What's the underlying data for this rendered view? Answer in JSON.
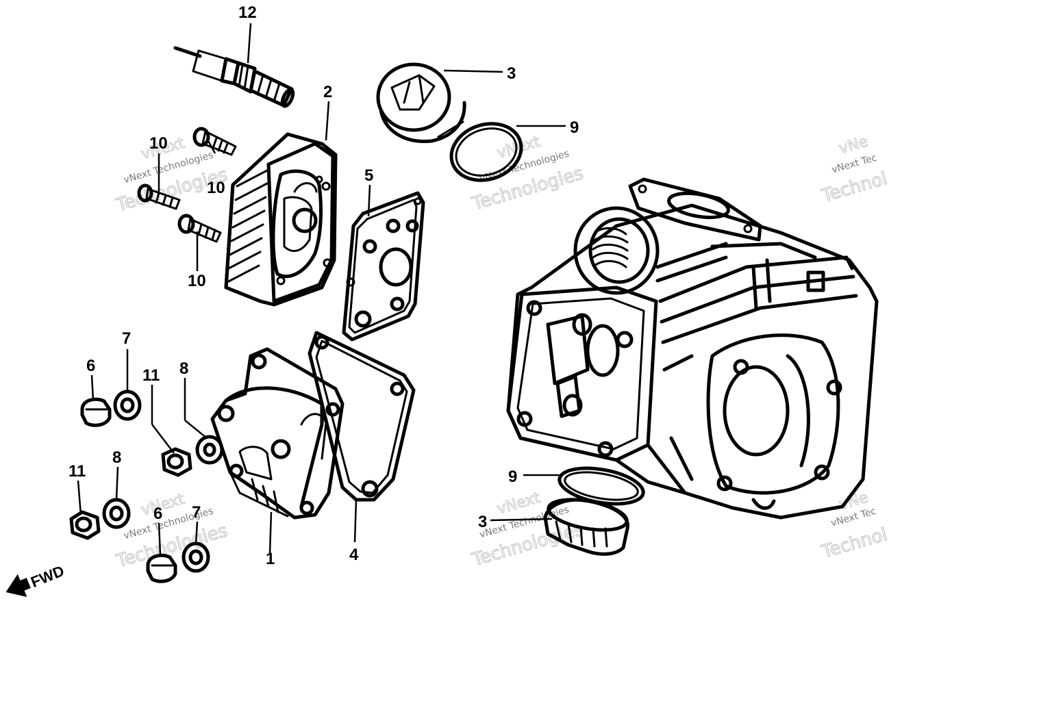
{
  "callouts": [
    {
      "id": "c12",
      "text": "12"
    },
    {
      "id": "c2",
      "text": "2"
    },
    {
      "id": "c3a",
      "text": "3"
    },
    {
      "id": "c9a",
      "text": "9"
    },
    {
      "id": "c10a",
      "text": "10"
    },
    {
      "id": "c10b",
      "text": "10"
    },
    {
      "id": "c10c",
      "text": "10"
    },
    {
      "id": "c5",
      "text": "5"
    },
    {
      "id": "c7a",
      "text": "7"
    },
    {
      "id": "c6a",
      "text": "6"
    },
    {
      "id": "c11a",
      "text": "11"
    },
    {
      "id": "c8a",
      "text": "8"
    },
    {
      "id": "c11b",
      "text": "11"
    },
    {
      "id": "c8b",
      "text": "8"
    },
    {
      "id": "c6b",
      "text": "6"
    },
    {
      "id": "c7b",
      "text": "7"
    },
    {
      "id": "c1",
      "text": "1"
    },
    {
      "id": "c4",
      "text": "4"
    },
    {
      "id": "c9b",
      "text": "9"
    },
    {
      "id": "c3b",
      "text": "3"
    }
  ],
  "fwd_label": "FWD",
  "watermark": {
    "line1": "vNext Technologies",
    "line2": "Technologies",
    "top": "vNext",
    "line1_cut": "vNext Tec",
    "line2_cut": "Technol",
    "top_cut": "vNe"
  }
}
